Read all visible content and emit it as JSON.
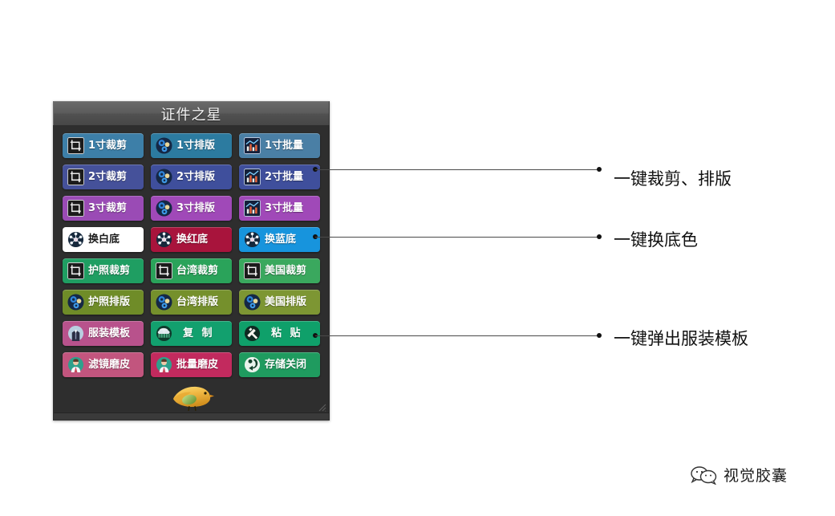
{
  "app": {
    "title": "证件之星",
    "panel_bg": "#2e2e2e",
    "titlebar_bg": "#5c5c5c",
    "mascot_icon": "bird-mascot-icon",
    "resize_grip_icon": "resize-grip-icon"
  },
  "buttons": [
    {
      "label": "1寸裁剪",
      "icon": "crop-icon",
      "bg": "#3d7fa8",
      "fg": "#ffffff",
      "name": "btn-crop-1inch"
    },
    {
      "label": "1寸排版",
      "icon": "layout-gears-icon",
      "bg": "#2c7ba0",
      "fg": "#ffffff",
      "name": "btn-layout-1inch"
    },
    {
      "label": "1寸批量",
      "icon": "chart-batch-icon",
      "bg": "#4a7fa5",
      "fg": "#ffffff",
      "name": "btn-batch-1inch"
    },
    {
      "label": "2寸裁剪",
      "icon": "crop-icon",
      "bg": "#45519a",
      "fg": "#ffffff",
      "name": "btn-crop-2inch"
    },
    {
      "label": "2寸排版",
      "icon": "layout-gears-icon",
      "bg": "#3f4f9c",
      "fg": "#ffffff",
      "name": "btn-layout-2inch"
    },
    {
      "label": "2寸批量",
      "icon": "chart-batch-icon",
      "bg": "#3f4f9c",
      "fg": "#ffffff",
      "name": "btn-batch-2inch"
    },
    {
      "label": "3寸裁剪",
      "icon": "crop-icon",
      "bg": "#9a4bb5",
      "fg": "#ffffff",
      "name": "btn-crop-3inch"
    },
    {
      "label": "3寸排版",
      "icon": "layout-gears-icon",
      "bg": "#a049b8",
      "fg": "#ffffff",
      "name": "btn-layout-3inch"
    },
    {
      "label": "3寸批量",
      "icon": "chart-batch-icon",
      "bg": "#a049b8",
      "fg": "#ffffff",
      "name": "btn-batch-3inch"
    },
    {
      "label": "换白底",
      "icon": "color-swap-icon",
      "bg": "#ffffff",
      "fg": "#1a1a1a",
      "name": "btn-bg-white",
      "light": true
    },
    {
      "label": "换红底",
      "icon": "color-swap-icon",
      "bg": "#a8143c",
      "fg": "#ffffff",
      "name": "btn-bg-red"
    },
    {
      "label": "换蓝底",
      "icon": "color-swap-icon",
      "bg": "#1794dd",
      "fg": "#ffffff",
      "name": "btn-bg-blue"
    },
    {
      "label": "护照裁剪",
      "icon": "crop-icon",
      "bg": "#1f9e62",
      "fg": "#ffffff",
      "name": "btn-crop-passport"
    },
    {
      "label": "台湾裁剪",
      "icon": "crop-icon",
      "bg": "#2aa35a",
      "fg": "#ffffff",
      "name": "btn-crop-taiwan"
    },
    {
      "label": "美国裁剪",
      "icon": "crop-icon",
      "bg": "#3aa85e",
      "fg": "#ffffff",
      "name": "btn-crop-usa"
    },
    {
      "label": "护照排版",
      "icon": "layout-gears-icon",
      "bg": "#6f8c28",
      "fg": "#ffffff",
      "name": "btn-layout-passport"
    },
    {
      "label": "台湾排版",
      "icon": "layout-gears-icon",
      "bg": "#75902c",
      "fg": "#ffffff",
      "name": "btn-layout-taiwan"
    },
    {
      "label": "美国排版",
      "icon": "layout-gears-icon",
      "bg": "#7d9633",
      "fg": "#ffffff",
      "name": "btn-layout-usa"
    },
    {
      "label": "服装模板",
      "icon": "suit-template-icon",
      "bg": "#b8528c",
      "fg": "#ffffff",
      "name": "btn-clothing-template"
    },
    {
      "label": "复 制",
      "icon": "copy-icon",
      "bg": "#12a06e",
      "fg": "#ffffff",
      "name": "btn-copy",
      "wide": true
    },
    {
      "label": "粘 贴",
      "icon": "paste-icon",
      "bg": "#0fa06a",
      "fg": "#ffffff",
      "name": "btn-paste",
      "wide": true
    },
    {
      "label": "滤镜磨皮",
      "icon": "portrait-icon",
      "bg": "#c2557e",
      "fg": "#ffffff",
      "name": "btn-filter-smooth"
    },
    {
      "label": "批量磨皮",
      "icon": "portrait-icon",
      "bg": "#c22a5e",
      "fg": "#ffffff",
      "name": "btn-batch-smooth"
    },
    {
      "label": "存储关闭",
      "icon": "save-close-icon",
      "bg": "#1f9b5f",
      "fg": "#ffffff",
      "name": "btn-save-close"
    }
  ],
  "annotations": [
    {
      "text": "一键裁剪、排版",
      "name": "annotation-crop-layout"
    },
    {
      "text": "一键换底色",
      "name": "annotation-change-bg"
    },
    {
      "text": "一键弹出服装模板",
      "name": "annotation-clothing-template"
    }
  ],
  "footer": {
    "brand": "视觉胶囊",
    "icon": "wechat-icon"
  }
}
